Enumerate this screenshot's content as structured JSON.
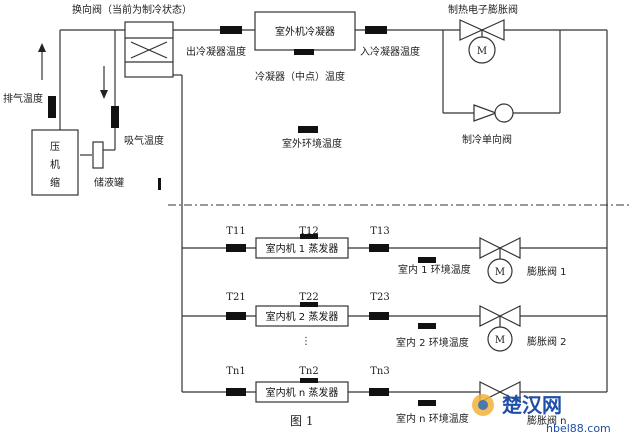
{
  "labels": {
    "reversing_valve": "换向阀（当前为制冷状态）",
    "outdoor_condenser": "室外机冷凝器",
    "heating_exv": "制热电子膨胀阀",
    "condenser_out_temp": "出冷凝器温度",
    "condenser_in_temp": "入冷凝器温度",
    "condenser_mid_temp": "冷凝器（中点）温度",
    "discharge_temp": "排气温度",
    "suction_temp": "吸气温度",
    "compressor": [
      "压",
      "机",
      "缩"
    ],
    "accumulator": "储液罐",
    "outdoor_ambient_temp": "室外环境温度",
    "cooling_check_valve": "制冷单向阀",
    "motor_symbol": "M",
    "figure_caption": "图 1",
    "ellipsis": "⋮"
  },
  "indoor_units": [
    {
      "t_in": "T11",
      "t_mid": "T12",
      "t_out": "T13",
      "name": "室内机 1 蒸发器",
      "room_temp": "室内 1 环境温度",
      "valve": "膨胀阀 1"
    },
    {
      "t_in": "T21",
      "t_mid": "T22",
      "t_out": "T23",
      "name": "室内机 2 蒸发器",
      "room_temp": "室内 2 环境温度",
      "valve": "膨胀阀 2"
    },
    {
      "t_in": "Tn1",
      "t_mid": "Tn2",
      "t_out": "Tn3",
      "name": "室内机 n 蒸发器",
      "room_temp": "室内 n 环境温度",
      "valve": "膨胀阀 n"
    }
  ],
  "watermark": {
    "brand": "楚汉网",
    "url": "hbel88.com"
  }
}
